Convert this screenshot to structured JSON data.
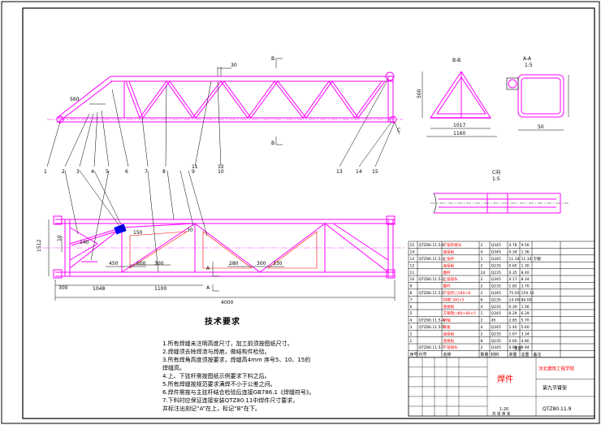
{
  "labels": {
    "top_dim": "30",
    "width_dim": "560",
    "section_b": "B",
    "section_a": "A",
    "callout_c": "C",
    "view_bb": "B-B",
    "view_aa": "A-A",
    "scale_aa": "1:5",
    "view_c": "C向",
    "scale_c": "1:5",
    "dim_1017": "1017",
    "dim_1160": "1160",
    "dim_500": "500",
    "dim_50": "50",
    "dim_1512": "1512",
    "dim_10": "10",
    "dim_300": "300",
    "dim_1048": "1048",
    "dim_1100": "1100",
    "dim_4000": "4000",
    "dim_450": "450",
    "dim_600": "600",
    "dim_300b": "300",
    "dim_200a": "280",
    "dim_200b": "300",
    "dim_30": "30",
    "dim_330": "330",
    "dim_140": "140",
    "dim_150": "150"
  },
  "callouts_top": [
    "1",
    "2",
    "3",
    "4",
    "5",
    "6",
    "7",
    "8",
    "9",
    "10",
    "11",
    "12",
    "13",
    "14",
    "15"
  ],
  "tech_requirements": {
    "title": "技术要求",
    "lines": [
      "1.所有焊缝未注明高度尺寸，加工前须按图纸尺寸。",
      "2.焊缝须去除焊渣与焊疤，做结构件检验。",
      "3.所有焊角高度须按要求，焊缝高4mm 序号5、10、15的",
      "   焊缝高。",
      "4.上、下弦杆需按图纸示例要求下料之后。",
      "5.所有焊缝按规范要求满焊不小于公差之间。",
      "6.焊件需按与主弦杆结合检验后连接GB786.1《焊缝符号》。",
      "7.下料时应保证连接安装QTZ80.11中焊件尺寸要求，",
      "   并标注出刻记“A”在上，标记“B”在下。"
    ]
  },
  "parts_table": {
    "rows": [
      [
        "15",
        "QTZ80.11.5-6",
        "下弦杆接头",
        "2",
        "Q345",
        "4.78",
        "9.56",
        "",
        ""
      ],
      [
        "14",
        "",
        "连接板",
        "4",
        "Q345",
        "0.34",
        "1.36",
        "",
        ""
      ],
      [
        "13",
        "QTZ80.11.5-3",
        "上弦杆",
        "1",
        "Q345",
        "11.34",
        "11.34",
        "方钢",
        ""
      ],
      [
        "12",
        "",
        "连接板",
        "2",
        "Q235",
        "0.65",
        "1.30",
        "",
        ""
      ],
      [
        "11",
        "",
        "腹杆",
        "24",
        "Q235",
        "0.35",
        "8.40",
        "",
        ""
      ],
      [
        "10",
        "QTZ80.11.5-2",
        "上弦接头",
        "2",
        "Q345",
        "4.17",
        "8.34",
        "",
        ""
      ],
      [
        "9",
        "",
        "腹杆",
        "2",
        "Q235",
        "1.85",
        "3.70",
        "",
        ""
      ],
      [
        "8",
        "QTZ80.11.5-1",
        "下弦杆□180×8",
        "2",
        "Q345",
        "75.05",
        "150.10",
        "",
        ""
      ],
      [
        "7",
        "",
        "斜撑□60×5",
        "6",
        "Q235",
        "14.00",
        "84.00",
        "",
        ""
      ],
      [
        "6",
        "",
        "连接板",
        "4",
        "Q235",
        "0.39",
        "1.56",
        "",
        ""
      ],
      [
        "5",
        "",
        "方钢管□80×80×5",
        "1",
        "Q345",
        "6.29",
        "6.29",
        "",
        ""
      ],
      [
        "4",
        "QTZ80.11.5-4",
        "销轴",
        "2",
        "45",
        "2.85",
        "5.70",
        "",
        ""
      ],
      [
        "3",
        "QTZ80.11.5-5",
        "耳板",
        "4",
        "Q345",
        "1.40",
        "5.60",
        "",
        ""
      ],
      [
        "2",
        "",
        "连接板",
        "2",
        "Q235",
        "1.67",
        "3.34",
        "",
        ""
      ],
      [
        "1",
        "",
        "连接板",
        "8",
        "Q235",
        "0.60",
        "4.80",
        "",
        ""
      ],
      [
        "",
        "QTZ80.11.5-7",
        "下弦接头",
        "2",
        "Q345",
        "4.97",
        "9.94",
        "",
        ""
      ]
    ],
    "header": [
      "序号",
      "代号",
      "名称",
      "数量",
      "材料",
      "单重",
      "总重",
      "备注",
      ""
    ],
    "weight_label": "重量",
    "title_block": {
      "drawing_name": "焊件",
      "school": "河北建筑工程学院",
      "part_name": "第九节臂架",
      "drawing_no": "QTZ80.11.9",
      "scale": "1:20",
      "sheet": "共 张 第 张"
    }
  }
}
